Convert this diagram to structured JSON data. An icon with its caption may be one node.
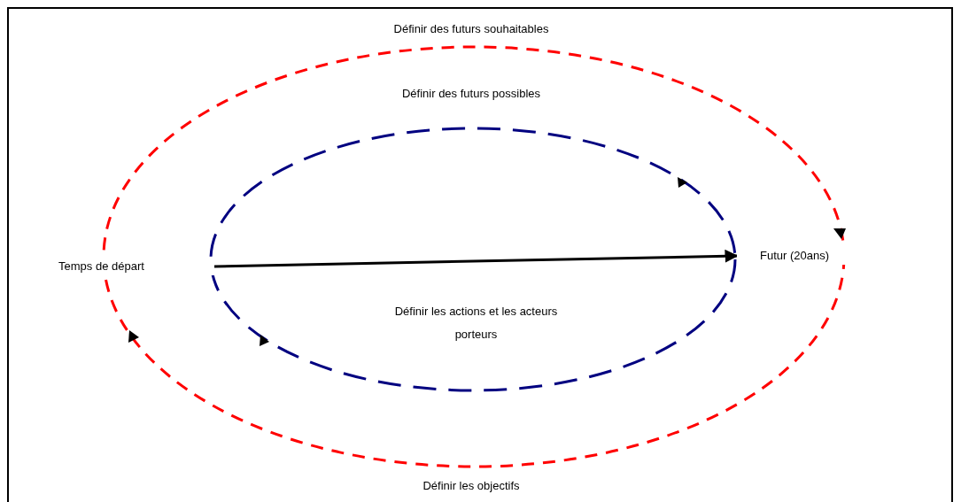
{
  "diagram": {
    "nodes": [
      {
        "text": [
          "Temps de départ"
        ]
      },
      {
        "text": [
          "Futur (20ans)"
        ]
      }
    ],
    "edges": [
      {
        "from": 0,
        "to": 1,
        "arrow": "to"
      }
    ],
    "labels": [
      "Définir des futurs souhaitables",
      "Définir des futurs possibles",
      "Définir les actions et les acteurs porteurs",
      "Définir les objectifs"
    ]
  }
}
